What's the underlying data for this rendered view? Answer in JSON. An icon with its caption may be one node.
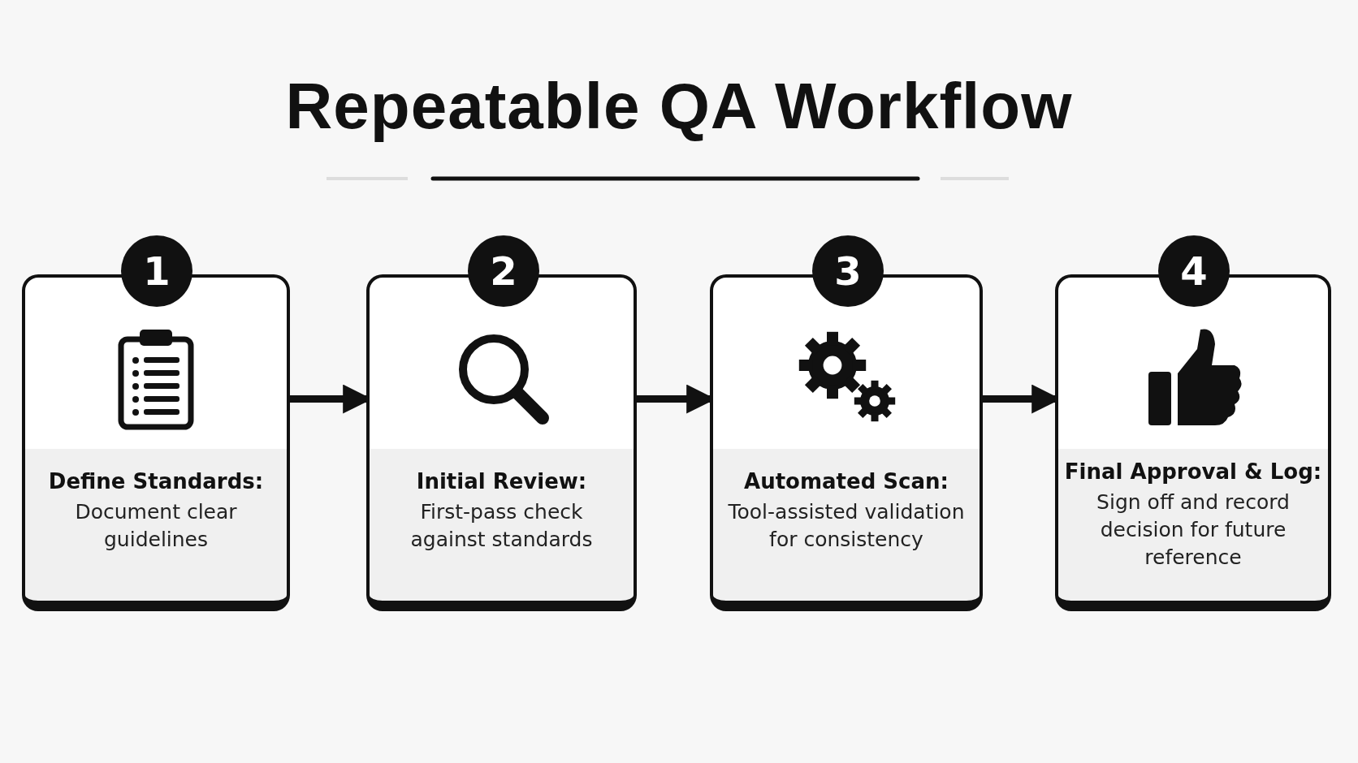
{
  "diagram": {
    "title": "Repeatable QA Workflow",
    "nodes": [
      {
        "text": [
          "1"
        ]
      },
      {
        "text": [
          "Define Standards:",
          "Document clear guidelines"
        ]
      },
      {
        "text": [
          "2"
        ]
      },
      {
        "text": [
          "Initial Review:",
          "First-pass check against standards"
        ]
      },
      {
        "text": [
          "3"
        ]
      },
      {
        "text": [
          "Automated Scan:",
          "Tool-assisted validation for consistency"
        ]
      },
      {
        "text": [
          "4"
        ]
      },
      {
        "text": [
          "Final Approval & Log:",
          "Sign off and record decision for future reference"
        ]
      }
    ],
    "edges": [
      {
        "from": 1,
        "to": 3,
        "arrow": "to"
      },
      {
        "from": 3,
        "to": 5,
        "arrow": "to"
      },
      {
        "from": 5,
        "to": 7,
        "arrow": "to"
      }
    ]
  }
}
